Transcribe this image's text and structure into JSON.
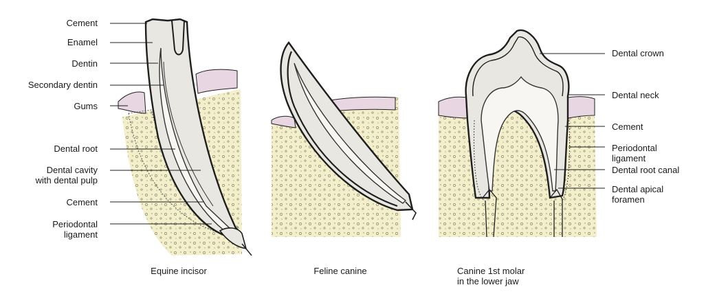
{
  "colors": {
    "bone": "#f3efcb",
    "gum": "#e8d7e3",
    "tooth": "#e9e7e2",
    "outline": "#1e1e1e"
  },
  "teeth": {
    "equine": {
      "caption": "Equine incisor",
      "labels": [
        "Cement",
        "Enamel",
        "Dentin",
        "Secondary dentin",
        "Gums",
        "Dental root",
        "Dental cavity\nwith dental pulp",
        "Cement",
        "Periodontal\nligament"
      ]
    },
    "feline": {
      "caption": "Feline canine"
    },
    "canine_molar": {
      "caption": "Canine 1st molar\nin the lower jaw",
      "labels": [
        "Dental crown",
        "Dental neck",
        "Cement",
        "Periodontal\nligament",
        "Dental root canal",
        "Dental apical\nforamen"
      ]
    }
  }
}
